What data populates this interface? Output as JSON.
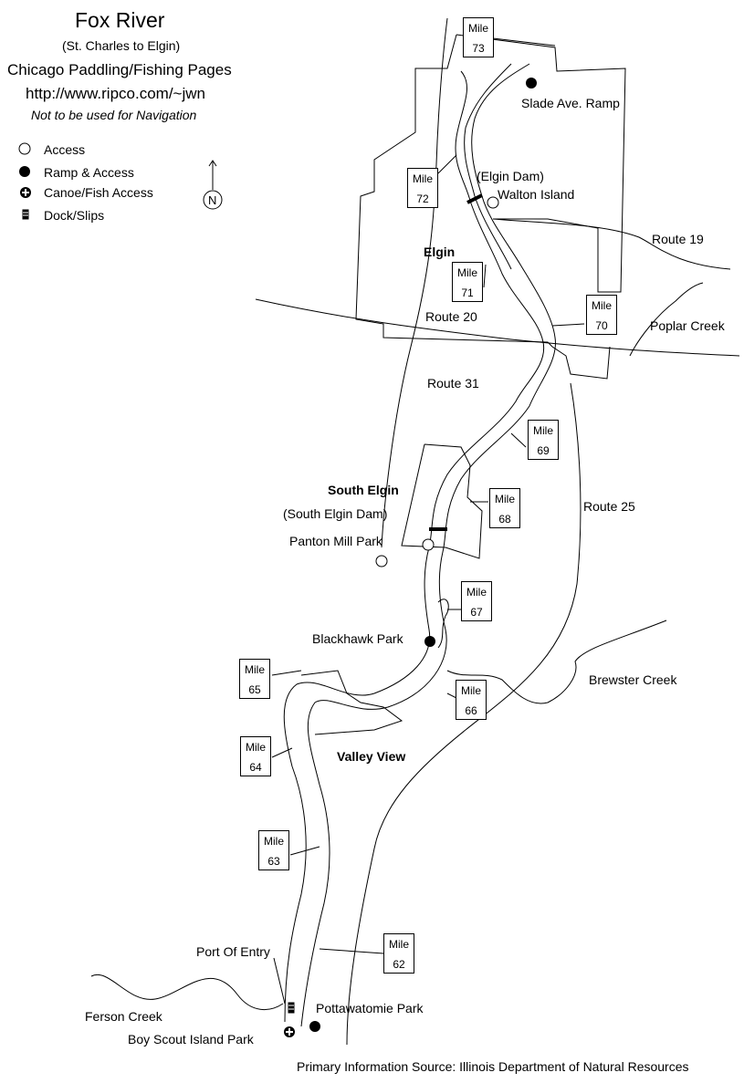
{
  "header": {
    "title": "Fox River",
    "subtitle": "(St. Charles to Elgin)",
    "site": "Chicago Paddling/Fishing Pages",
    "url": "http://www.ripco.com/~jwn",
    "disclaimer": "Not to be used for Navigation"
  },
  "legend": [
    {
      "icon": "open-circle-icon",
      "label": "Access"
    },
    {
      "icon": "filled-circle-icon",
      "label": "Ramp & Access"
    },
    {
      "icon": "plus-circle-icon",
      "label": "Canoe/Fish Access"
    },
    {
      "icon": "dock-icon",
      "label": "Dock/Slips"
    }
  ],
  "north": "N",
  "mile_word": "Mile",
  "miles": [
    "73",
    "72",
    "71",
    "70",
    "69",
    "68",
    "67",
    "66",
    "65",
    "64",
    "63",
    "62"
  ],
  "places": {
    "slade": "Slade Ave. Ramp",
    "elgin_dam": "(Elgin Dam)",
    "walton": "Walton Island",
    "elgin": "Elgin",
    "route19": "Route 19",
    "route20": "Route 20",
    "poplar": "Poplar Creek",
    "route31": "Route 31",
    "south_elgin": "South Elgin",
    "south_elgin_dam": "(South Elgin Dam)",
    "panton": "Panton Mill Park",
    "route25": "Route 25",
    "blackhawk": "Blackhawk Park",
    "brewster": "Brewster Creek",
    "valley_view": "Valley View",
    "port_of_entry": "Port Of Entry",
    "pottawatomie": "Pottawatomie Park",
    "ferson": "Ferson Creek",
    "boy_scout": "Boy Scout Island Park"
  },
  "source": "Primary Information Source: Illinois Department of Natural Resources"
}
